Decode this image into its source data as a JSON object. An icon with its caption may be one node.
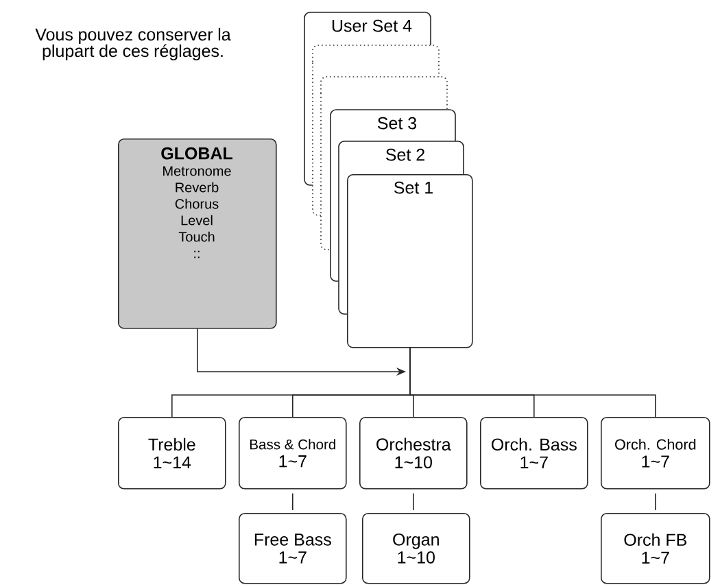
{
  "diagram": {
    "nodes": [
      {
        "text": [
          "GLOBAL",
          "Metronome",
          "Reverb",
          "Chorus",
          "Level",
          "Touch",
          "::"
        ]
      },
      {
        "text": [
          "User Set 4"
        ]
      },
      {
        "text": [],
        "shape": "box"
      },
      {
        "text": [],
        "shape": "box"
      },
      {
        "text": [
          "Set 3"
        ]
      },
      {
        "text": [
          "Set 2"
        ]
      },
      {
        "text": [
          "Set 1"
        ]
      },
      {
        "text": [
          "Treble",
          "1~14"
        ]
      },
      {
        "text": [
          "Bass & Chord",
          "1~7"
        ]
      },
      {
        "text": [
          "Orchestra",
          "1~10"
        ]
      },
      {
        "text": [
          "Orch. Bass",
          "1~7"
        ]
      },
      {
        "text": [
          "Orch. Chord",
          "1~7"
        ]
      },
      {
        "text": [
          "Free Bass",
          "1~7"
        ]
      },
      {
        "text": [
          "Organ",
          "1~10"
        ]
      },
      {
        "text": [
          "Orch FB",
          "1~7"
        ]
      }
    ],
    "edges": [
      {
        "from": 0,
        "to": null,
        "arrow": "to"
      },
      {
        "from": 6,
        "to": 7,
        "arrow": "none"
      },
      {
        "from": 6,
        "to": 8,
        "arrow": "none"
      },
      {
        "from": 6,
        "to": 9,
        "arrow": "none"
      },
      {
        "from": 6,
        "to": 10,
        "arrow": "none"
      },
      {
        "from": 6,
        "to": 11,
        "arrow": "none"
      },
      {
        "from": 8,
        "to": 12,
        "arrow": "none"
      },
      {
        "from": 9,
        "to": 13,
        "arrow": "none"
      },
      {
        "from": 11,
        "to": 14,
        "arrow": "none"
      }
    ],
    "labels": [
      "Vous pouvez conserver la plupart de ces réglages."
    ]
  }
}
